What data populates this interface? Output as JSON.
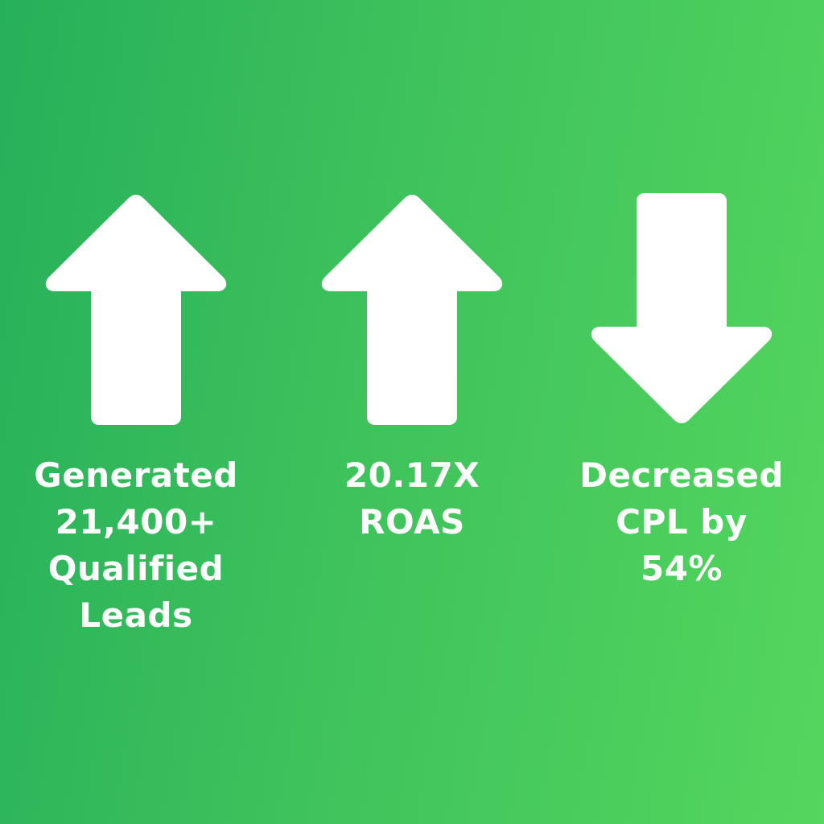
{
  "stats": [
    {
      "direction": "up",
      "lines": [
        "Generated",
        "21,400+",
        "Qualified",
        "Leads"
      ]
    },
    {
      "direction": "up",
      "lines": [
        "20.17X",
        "ROAS"
      ]
    },
    {
      "direction": "down",
      "lines": [
        "Decreased",
        "CPL by",
        "54%"
      ]
    }
  ],
  "colors": {
    "background_start": "#27b05a",
    "background_end": "#55d65e",
    "foreground": "#ffffff"
  }
}
